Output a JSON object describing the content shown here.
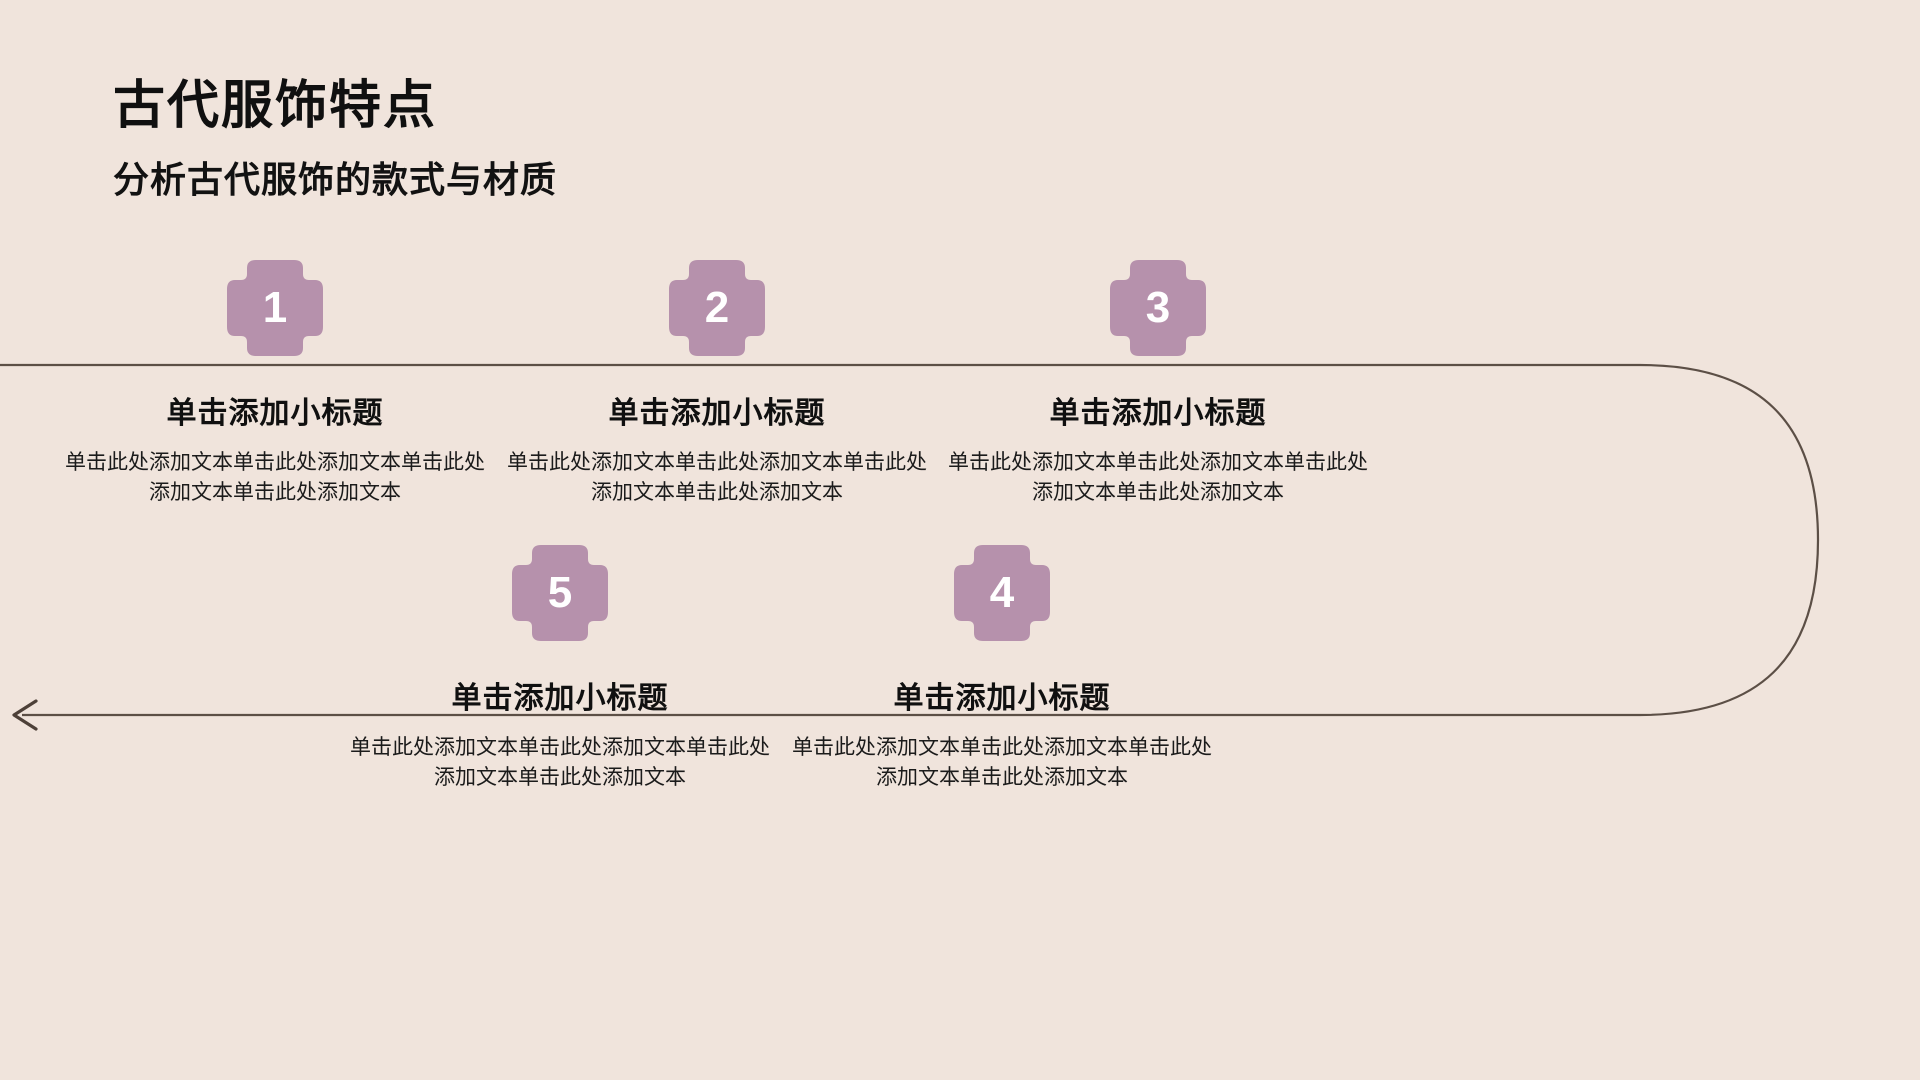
{
  "theme": {
    "background": "#f0e4dc",
    "badge_fill": "#b691ac",
    "badge_text": "#ffffff",
    "line_color": "#5c4f46",
    "title_color": "#101010",
    "body_color": "#1b1b1b"
  },
  "header": {
    "title": "古代服饰特点",
    "subtitle": "分析古代服饰的款式与材质"
  },
  "timeline": {
    "arrow_direction": "left",
    "steps": [
      {
        "number": "1",
        "title": "单击添加小标题",
        "body": "单击此处添加文本单击此处添加文本单击此处添加文本单击此处添加文本"
      },
      {
        "number": "2",
        "title": "单击添加小标题",
        "body": "单击此处添加文本单击此处添加文本单击此处添加文本单击此处添加文本"
      },
      {
        "number": "3",
        "title": "单击添加小标题",
        "body": "单击此处添加文本单击此处添加文本单击此处添加文本单击此处添加文本"
      },
      {
        "number": "4",
        "title": "单击添加小标题",
        "body": "单击此处添加文本单击此处添加文本单击此处添加文本单击此处添加文本"
      },
      {
        "number": "5",
        "title": "单击添加小标题",
        "body": "单击此处添加文本单击此处添加文本单击此处添加文本单击此处添加文本"
      }
    ]
  }
}
